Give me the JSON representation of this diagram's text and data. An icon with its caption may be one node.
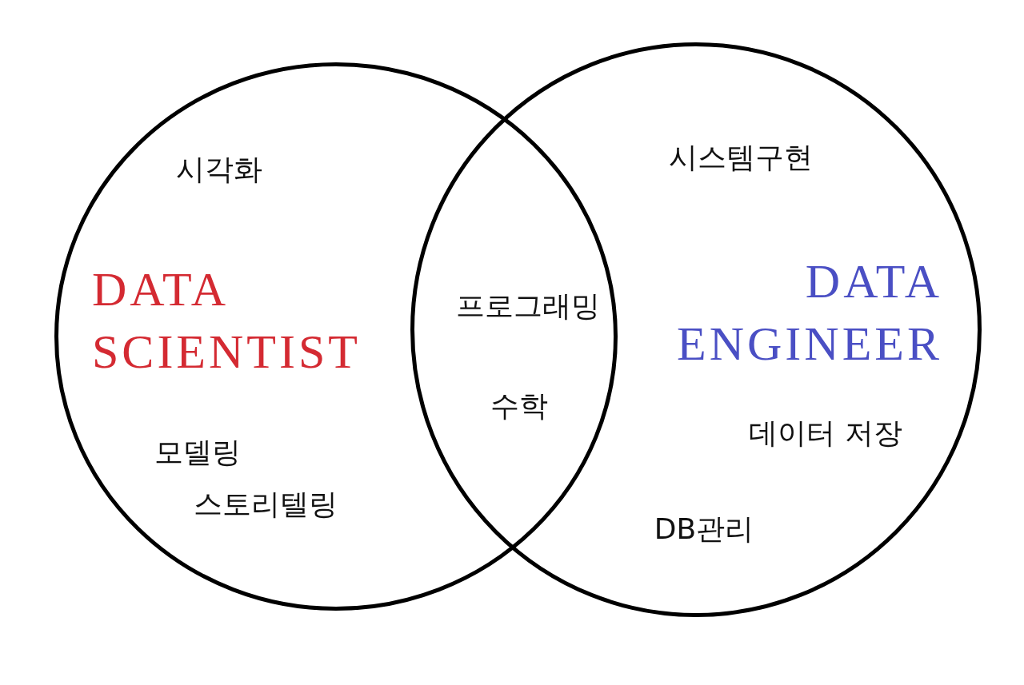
{
  "diagram": {
    "nodes": [
      {
        "text": [
          "시각화",
          "DATA SCIENTIST",
          "모델링",
          "스토리텔링"
        ]
      },
      {
        "text": [
          "시스템구현",
          "DATA ENGINEER",
          "데이터 저장",
          "DB관리"
        ]
      }
    ],
    "labels": [
      "프로그래밍",
      "수학"
    ]
  }
}
